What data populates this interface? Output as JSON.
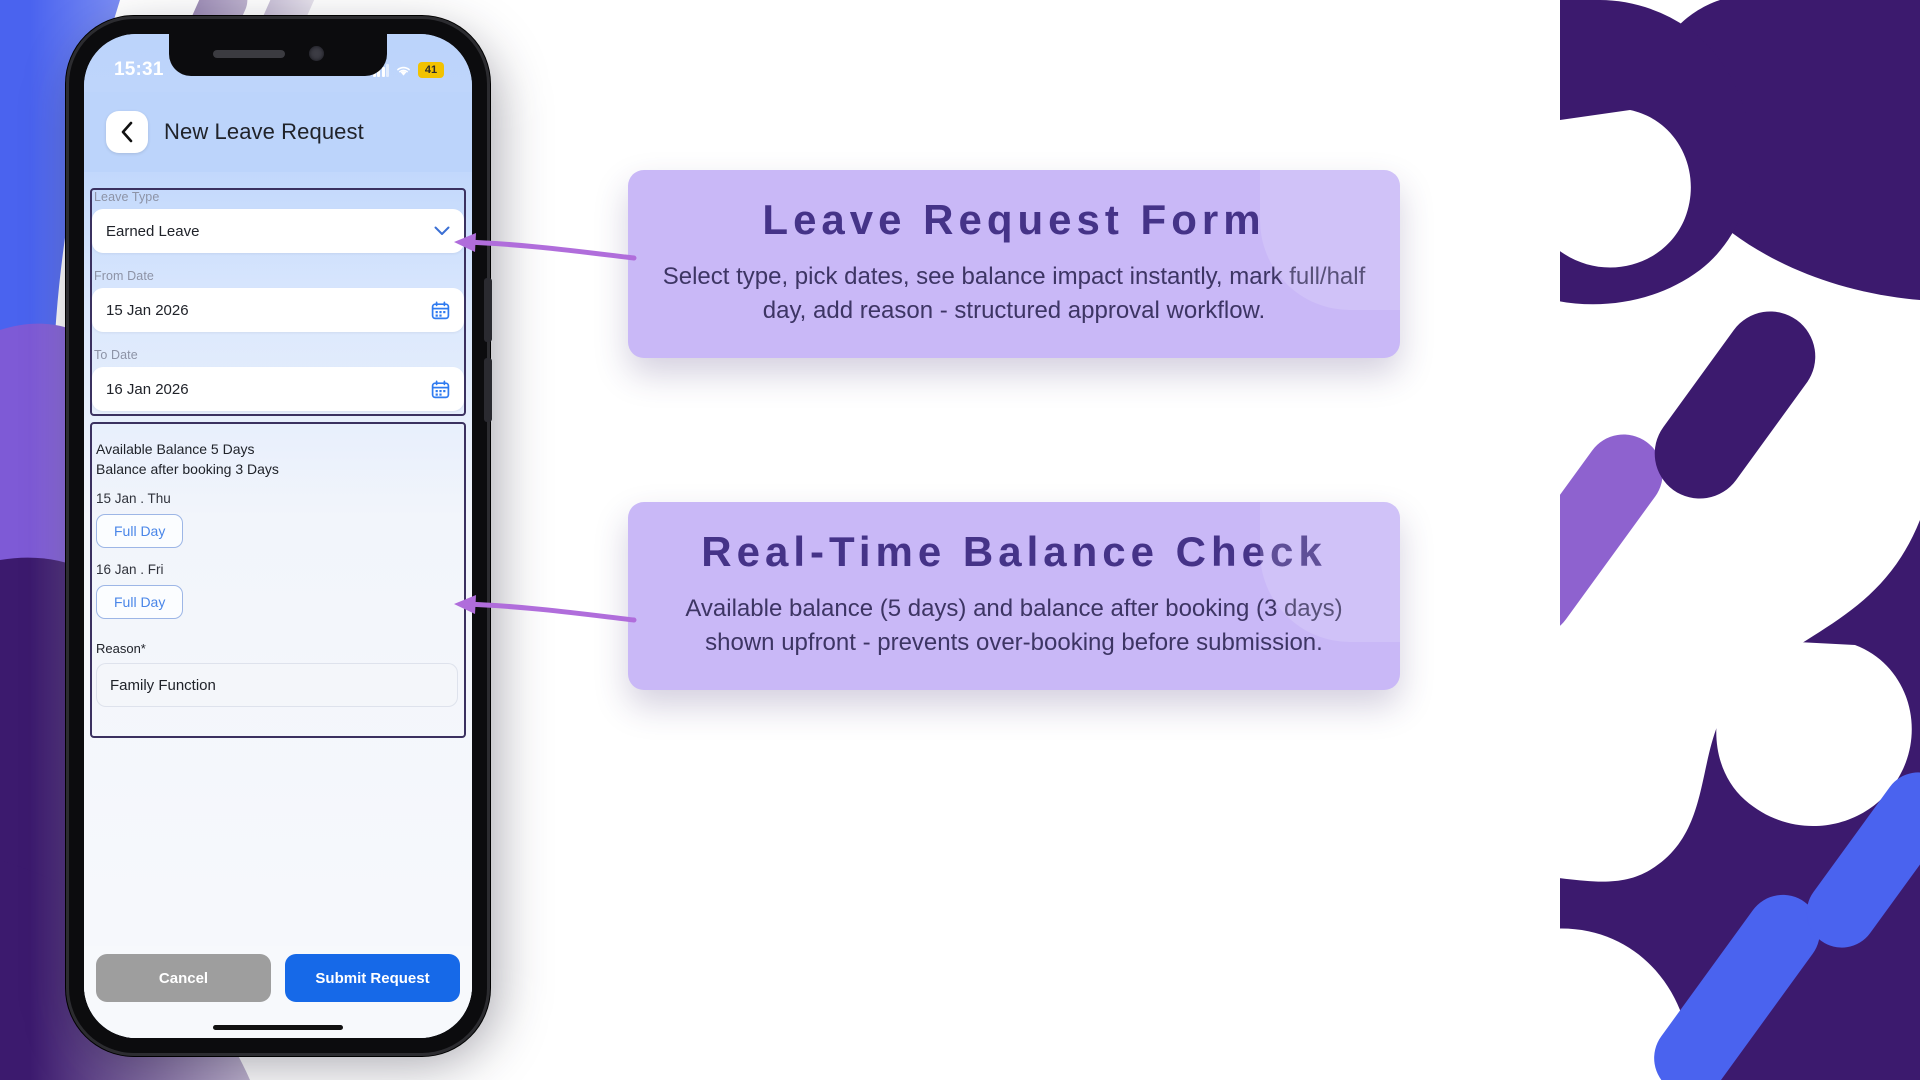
{
  "phone": {
    "status_bar": {
      "time": "15:31",
      "signal_icon": "cellular-signal-icon",
      "wifi_icon": "wifi-icon",
      "battery_level": "41"
    },
    "header": {
      "back_icon": "chevron-left-icon",
      "title": "New Leave Request"
    },
    "form": {
      "leave_type": {
        "label": "Leave Type",
        "value": "Earned Leave",
        "dropdown_icon": "chevron-down-icon"
      },
      "from_date": {
        "label": "From Date",
        "value": "15 Jan 2026",
        "calendar_icon": "calendar-icon"
      },
      "to_date": {
        "label": "To Date",
        "value": "16 Jan 2026",
        "calendar_icon": "calendar-icon"
      }
    },
    "balance": {
      "available": "Available Balance 5 Days",
      "after_booking": "Balance after booking 3 Days",
      "days": [
        {
          "label": "15 Jan . Thu",
          "chip": "Full Day"
        },
        {
          "label": "16 Jan . Fri",
          "chip": "Full Day"
        }
      ]
    },
    "reason": {
      "label": "Reason*",
      "value": "Family Function",
      "placeholder": "Reason"
    },
    "actions": {
      "cancel": "Cancel",
      "submit": "Submit Request"
    }
  },
  "callouts": [
    {
      "title": "Leave Request Form",
      "body": "Select type, pick dates, see balance impact instantly, mark full/half day, add reason - structured approval workflow."
    },
    {
      "title": "Real-Time Balance Check",
      "body": "Available balance (5 days) and balance after booking (3 days) shown upfront - prevents over-booking before submission."
    }
  ],
  "colors": {
    "callout_bg": "#c9b8f7",
    "callout_title": "#453388",
    "callout_text": "#3d3564",
    "arrow": "#b06ddb",
    "annotation_outline": "#3b3160",
    "submit_button": "#1669e8",
    "cancel_button": "#9e9e9e",
    "chip_text": "#4a86e8",
    "app_header_bg": "#bcd4fb",
    "battery_badge": "#f2c200",
    "bg_deep_purple": "#3c1a6e",
    "bg_blue": "#4a63ef",
    "bg_violet": "#7e5ad6"
  }
}
